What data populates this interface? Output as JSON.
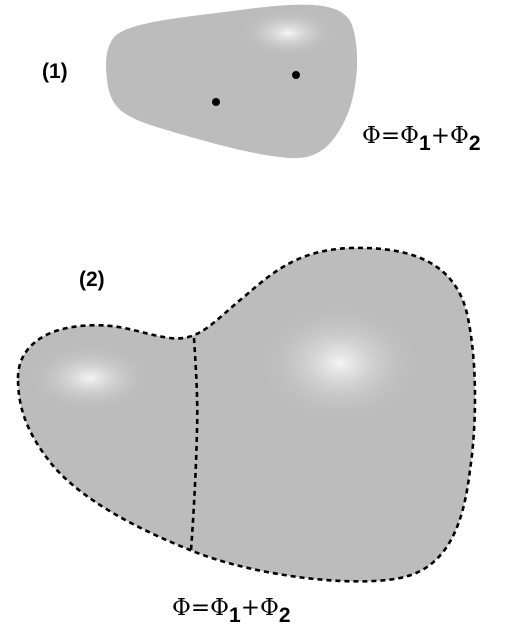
{
  "diagram": {
    "part1": {
      "label": "(1)",
      "equation": {
        "lhs": "Φ",
        "eq": "=",
        "term1": "Φ",
        "sub1": "1",
        "plus": "+",
        "term2": "Φ",
        "sub2": "2"
      }
    },
    "part2": {
      "label": "(2)",
      "equation": {
        "lhs": "Φ",
        "eq": "=",
        "term1": "Φ",
        "sub1": "1",
        "plus": "+",
        "term2": "Φ",
        "sub2": "2"
      }
    }
  },
  "colors": {
    "region_fill": "#bcbcbc",
    "highlight": "#f4f4f4",
    "outline": "#000000",
    "background": "#ffffff"
  }
}
